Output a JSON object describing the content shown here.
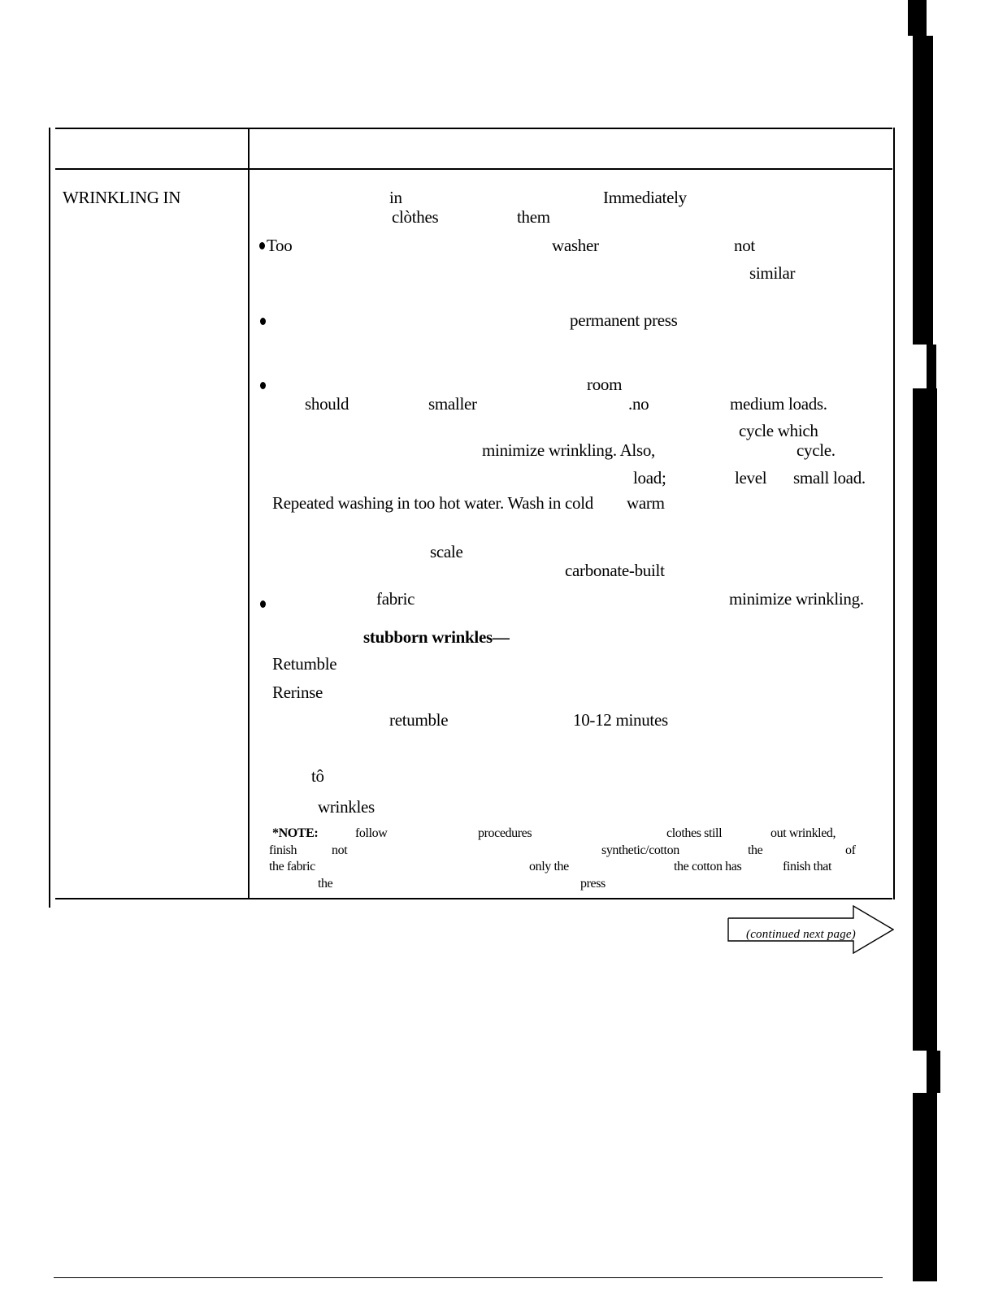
{
  "column_header": "WRINKLING IN",
  "words": [
    {
      "id": "w1",
      "text": "in"
    },
    {
      "id": "w2",
      "text": "Immediately"
    },
    {
      "id": "w3",
      "text": "clòthes"
    },
    {
      "id": "w4",
      "text": "them"
    },
    {
      "id": "w5",
      "text": "Too"
    },
    {
      "id": "w6",
      "text": "washer"
    },
    {
      "id": "w7",
      "text": "not"
    },
    {
      "id": "w8",
      "text": "similar"
    },
    {
      "id": "w9",
      "text": "permanent press"
    },
    {
      "id": "w10",
      "text": "room"
    },
    {
      "id": "w11",
      "text": "should"
    },
    {
      "id": "w12",
      "text": "smaller"
    },
    {
      "id": "w13",
      "text": ".no"
    },
    {
      "id": "w14",
      "text": "medium loads."
    },
    {
      "id": "w15",
      "text": "cycle which"
    },
    {
      "id": "w16",
      "text": "minimize wrinkling. Also,"
    },
    {
      "id": "w17",
      "text": "cycle."
    },
    {
      "id": "w18",
      "text": "load;"
    },
    {
      "id": "w19",
      "text": "level"
    },
    {
      "id": "w20",
      "text": "small load."
    },
    {
      "id": "w21",
      "text": "Repeated washing in too hot water. Wash in cold"
    },
    {
      "id": "w22",
      "text": "warm"
    },
    {
      "id": "w23",
      "text": "scale"
    },
    {
      "id": "w24",
      "text": "carbonate-built"
    },
    {
      "id": "w25",
      "text": "fabric"
    },
    {
      "id": "w26",
      "text": "minimize wrinkling."
    },
    {
      "id": "w27",
      "text": "stubborn wrinkles—"
    },
    {
      "id": "w28",
      "text": "Retumble"
    },
    {
      "id": "w29",
      "text": "Rerinse"
    },
    {
      "id": "w30",
      "text": "retumble"
    },
    {
      "id": "w31",
      "text": "10-12 minutes"
    },
    {
      "id": "w32",
      "text": "tô"
    },
    {
      "id": "w33",
      "text": "wrinkles"
    }
  ],
  "note_words": [
    {
      "id": "n1",
      "text": "*NOTE:"
    },
    {
      "id": "n2",
      "text": "follow"
    },
    {
      "id": "n3",
      "text": "procedures"
    },
    {
      "id": "n4",
      "text": "clothes still"
    },
    {
      "id": "n5",
      "text": "out wrinkled,"
    },
    {
      "id": "n6",
      "text": "finish"
    },
    {
      "id": "n7",
      "text": "not"
    },
    {
      "id": "n8",
      "text": "synthetic/cotton"
    },
    {
      "id": "n9",
      "text": "the"
    },
    {
      "id": "n10",
      "text": "of"
    },
    {
      "id": "n11",
      "text": "the fabric"
    },
    {
      "id": "n12",
      "text": "only the"
    },
    {
      "id": "n13",
      "text": "the cotton has"
    },
    {
      "id": "n14",
      "text": "finish that"
    },
    {
      "id": "n15",
      "text": "the"
    },
    {
      "id": "n16",
      "text": "press"
    }
  ],
  "continued_label": "(continued next page)"
}
